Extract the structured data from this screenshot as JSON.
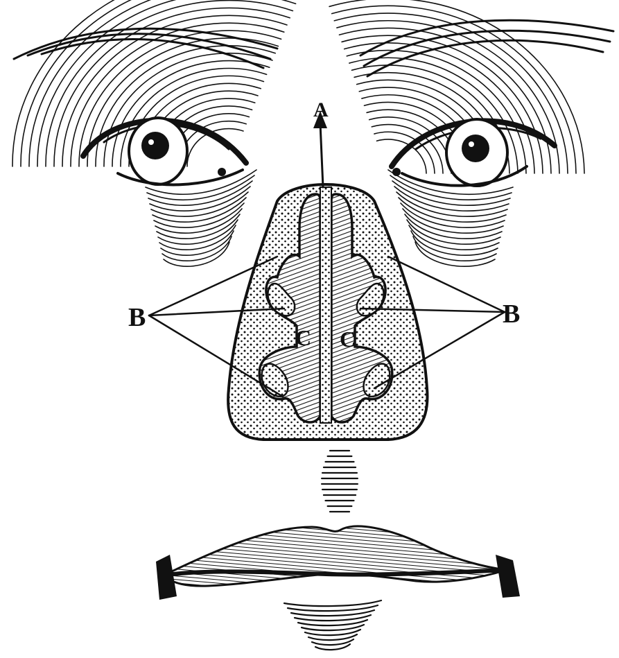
{
  "labels": {
    "a": "A",
    "b_left": "B",
    "b_right": "B",
    "c_left": "C",
    "c_right": "C"
  },
  "colors": {
    "ink": "#111111",
    "paper": "#ffffff"
  }
}
